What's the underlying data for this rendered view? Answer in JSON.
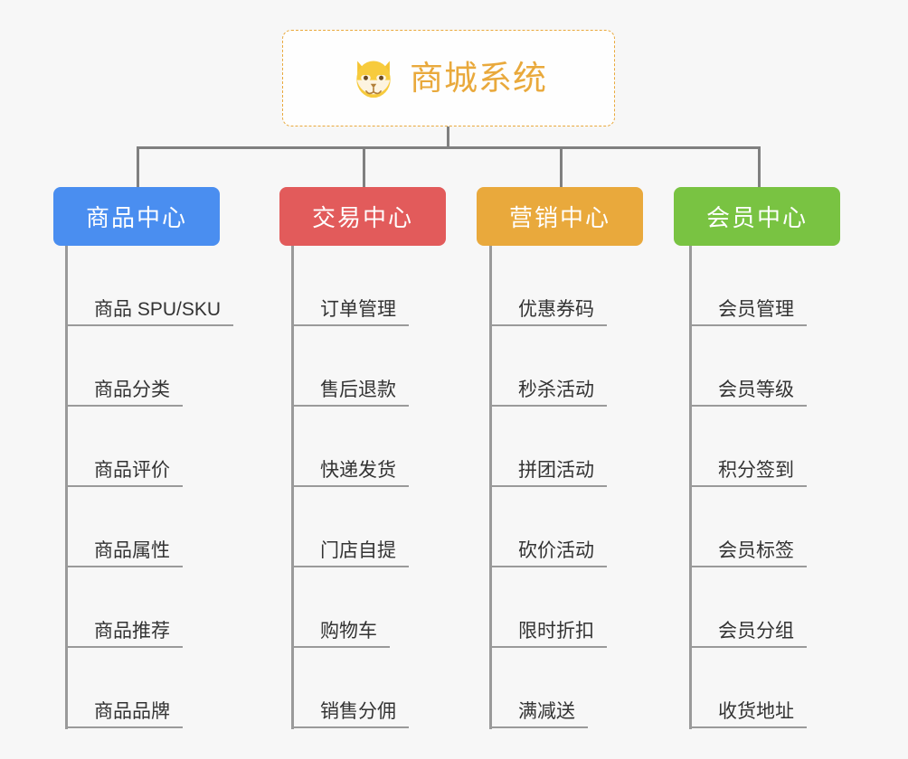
{
  "root": {
    "title": "商城系统",
    "icon": "shiba-inu-dog-face-icon",
    "border_color": "#e9a93c",
    "text_color": "#e9a93c",
    "background": "#fefefe"
  },
  "canvas": {
    "background": "#f7f7f7",
    "connector_color": "#808080",
    "branch_line_color": "#9a9a9a",
    "leaf_text_color": "#333333"
  },
  "branches": [
    {
      "label": "商品中心",
      "color": "#4a8ef0",
      "items": [
        "商品 SPU/SKU",
        "商品分类",
        "商品评价",
        "商品属性",
        "商品推荐",
        "商品品牌"
      ]
    },
    {
      "label": "交易中心",
      "color": "#e25b5b",
      "items": [
        "订单管理",
        "售后退款",
        "快递发货",
        "门店自提",
        "购物车",
        "销售分佣"
      ]
    },
    {
      "label": "营销中心",
      "color": "#e9a93c",
      "items": [
        "优惠券码",
        "秒杀活动",
        "拼团活动",
        "砍价活动",
        "限时折扣",
        "满减送"
      ]
    },
    {
      "label": "会员中心",
      "color": "#79c342",
      "items": [
        "会员管理",
        "会员等级",
        "积分签到",
        "会员标签",
        "会员分组",
        "收货地址"
      ]
    }
  ]
}
